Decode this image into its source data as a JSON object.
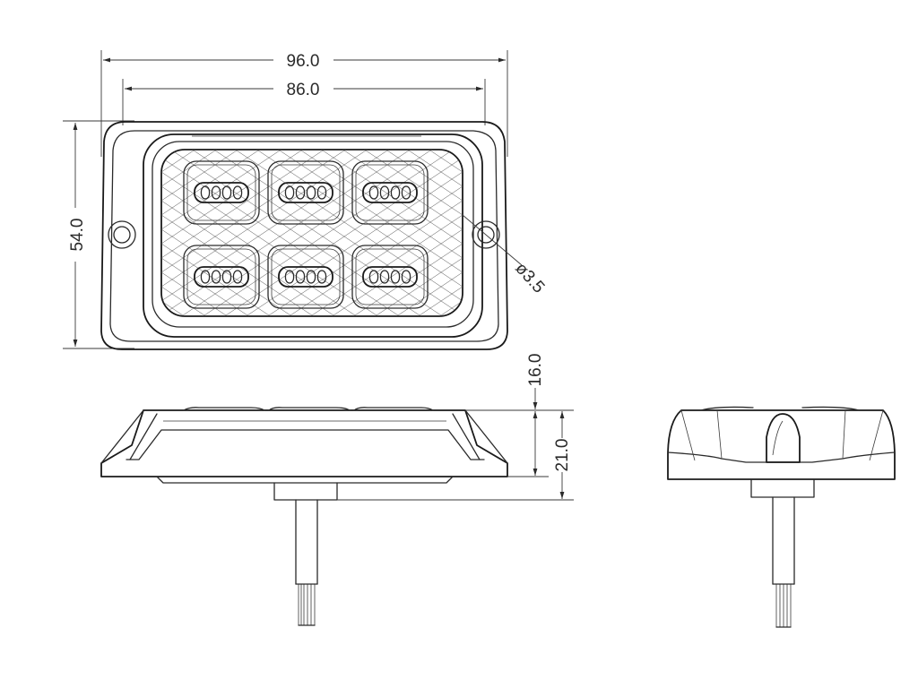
{
  "dimensions": {
    "overall_width": "96.0",
    "lens_width": "86.0",
    "height": "54.0",
    "hole_diameter": "ø3.5",
    "body_height": "16.0",
    "total_height": "21.0"
  },
  "front_view": {
    "led_modules": 6,
    "leds_per_module": 4
  },
  "colors": {
    "line": "#2a2a2a",
    "background": "#ffffff"
  }
}
